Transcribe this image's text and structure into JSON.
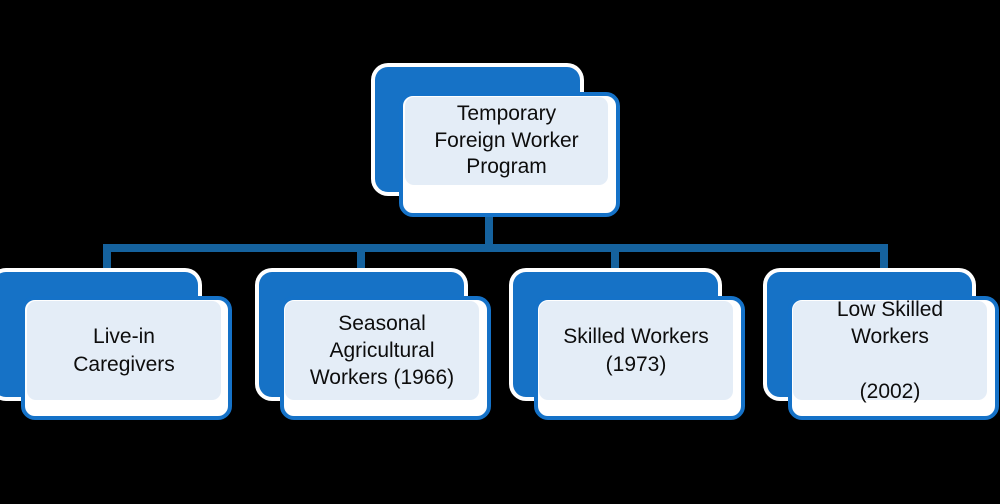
{
  "diagram": {
    "type": "organizational-hierarchy",
    "background_color": "#000000",
    "colors": {
      "back_card": "#1672C6",
      "front_card_border": "#1572C8",
      "front_card_fill": "#FFFFFF",
      "inner_panel": "#E4EDF7",
      "connector": "#15629E",
      "text": "#0D0D0D",
      "halo": "#FFFFFF"
    },
    "root": {
      "id": "temporary-foreign-worker-program",
      "label": "Temporary\nForeign Worker\nProgram"
    },
    "children": [
      {
        "id": "live-in-caregivers",
        "label": "Live-in\nCaregivers",
        "year": ""
      },
      {
        "id": "seasonal-agricultural-workers",
        "label": "Seasonal\nAgricultural\nWorkers (1966)",
        "year": "1966"
      },
      {
        "id": "skilled-workers",
        "label": "Skilled Workers\n(1973)",
        "year": "1973"
      },
      {
        "id": "low-skilled-workers",
        "label": "Low Skilled\nWorkers\n\n(2002)",
        "year": "2002"
      }
    ]
  }
}
